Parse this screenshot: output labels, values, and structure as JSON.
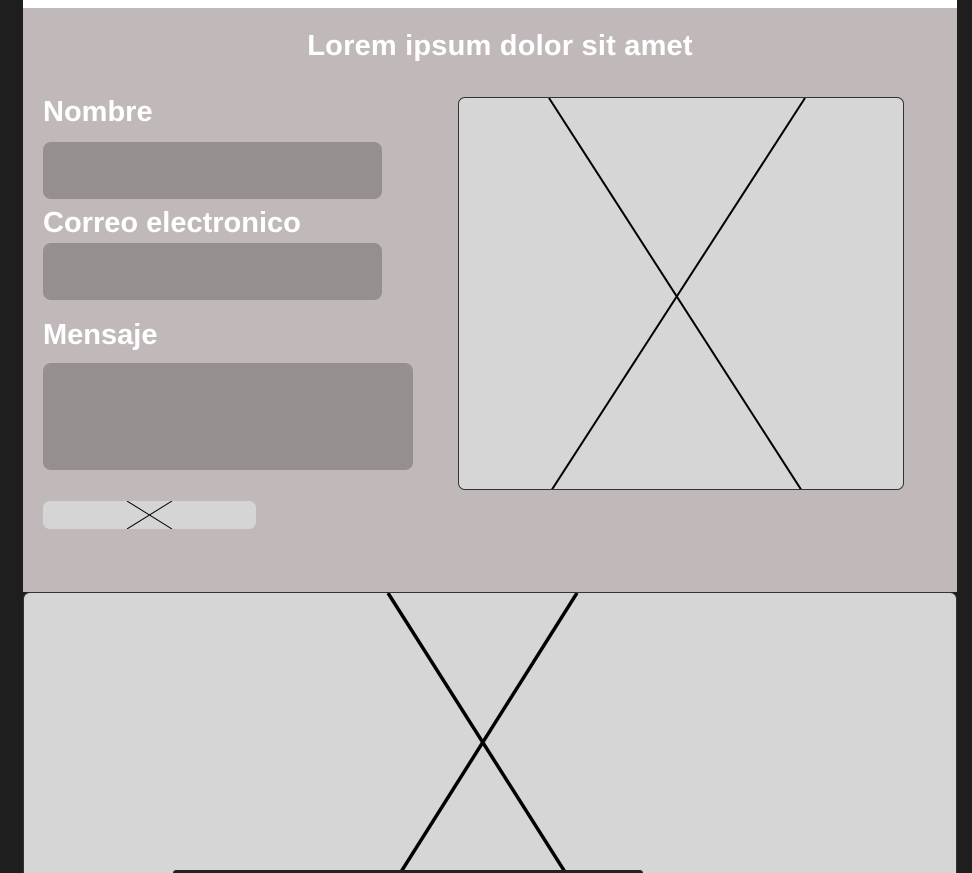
{
  "contact_form": {
    "title": "Lorem ipsum dolor sit amet",
    "name_label": "Nombre",
    "name_value": "",
    "email_label": "Correo electronico",
    "email_value": "",
    "message_label": "Mensaje",
    "message_value": ""
  },
  "colors": {
    "section_background": "#c1b9b9",
    "field_background": "#958f8f",
    "placeholder_background": "#d6d6d6",
    "page_background": "#1e1e1e",
    "text": "#ffffff"
  },
  "icons": {
    "submit_button_icon": "image-placeholder-x-icon",
    "side_image_icon": "image-placeholder-x-icon",
    "banner_image_icon": "image-placeholder-x-icon"
  }
}
